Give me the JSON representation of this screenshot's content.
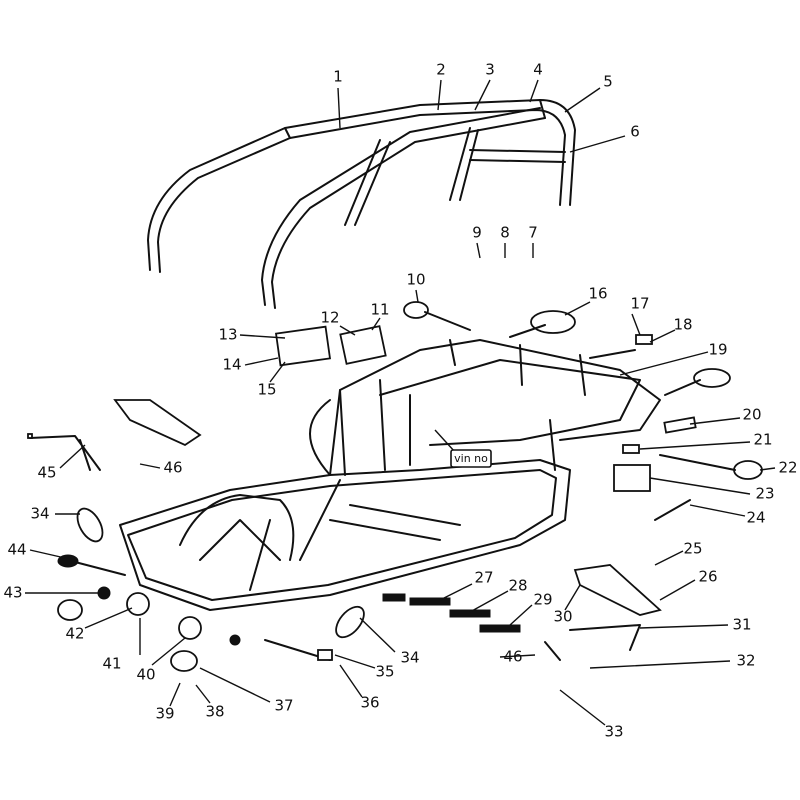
{
  "diagram": {
    "vin_label": "vin no",
    "callouts": [
      "1",
      "2",
      "3",
      "4",
      "5",
      "6",
      "7",
      "8",
      "9",
      "10",
      "11",
      "12",
      "13",
      "14",
      "15",
      "16",
      "17",
      "18",
      "19",
      "20",
      "21",
      "22",
      "23",
      "24",
      "25",
      "26",
      "27",
      "28",
      "29",
      "30",
      "31",
      "32",
      "33",
      "34",
      "34",
      "35",
      "36",
      "37",
      "38",
      "39",
      "40",
      "41",
      "42",
      "43",
      "44",
      "45",
      "46",
      "46"
    ]
  }
}
